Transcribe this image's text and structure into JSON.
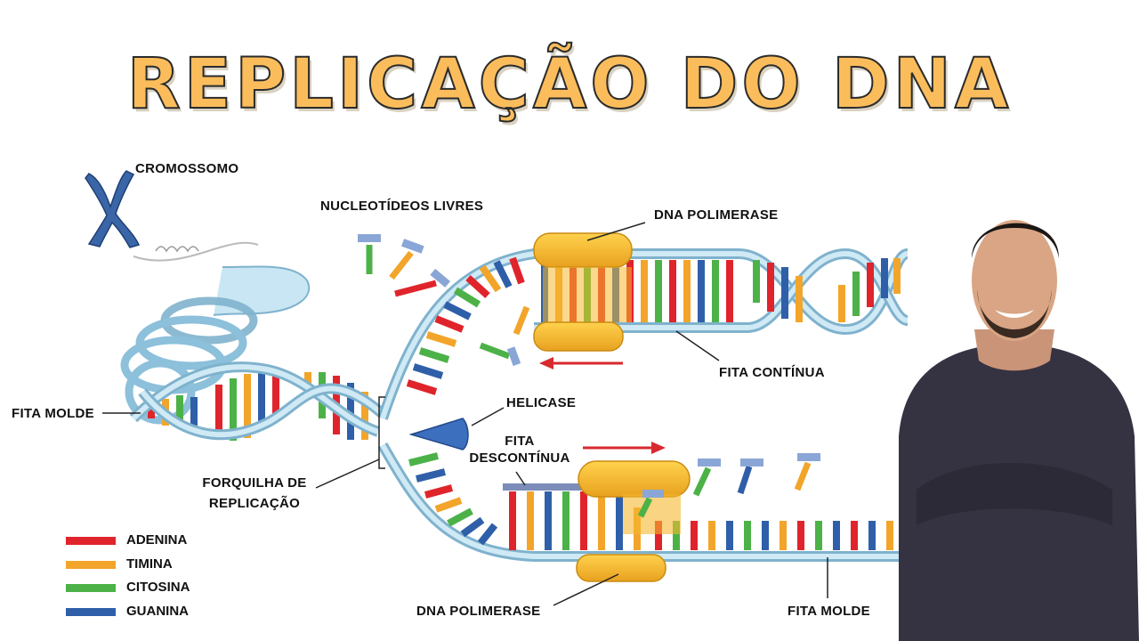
{
  "title": "REPLICAÇÃO DO DNA",
  "labels": {
    "cromossomo": "CROMOSSOMO",
    "nucleotideos": "NUCLEOTÍDEOS LIVRES",
    "dna_polimerase_top": "DNA POLIMERASE",
    "fita_continua": "FITA CONTÍNUA",
    "helicase": "HELICASE",
    "fita_descontinua_1": "FITA",
    "fita_descontinua_2": "DESCONTÍNUA",
    "fita_molde_left": "FITA MOLDE",
    "forquilha_1": "FORQUILHA DE",
    "forquilha_2": "REPLICAÇÃO",
    "dna_polimerase_bottom": "DNA POLIMERASE",
    "fita_molde_right": "FITA MOLDE"
  },
  "legend": [
    {
      "label": "ADENINA",
      "color": "#e0242b"
    },
    {
      "label": "TIMINA",
      "color": "#f2a52a"
    },
    {
      "label": "CITOSINA",
      "color": "#4cb248"
    },
    {
      "label": "GUANINA",
      "color": "#2f5fa8"
    }
  ],
  "colors": {
    "backbone": "#a9d6ec",
    "backbone_stroke": "#5d8aa8",
    "enzyme": "#f5b82e",
    "helicase": "#3d6fbf",
    "arrow": "#d8292f",
    "chromosome": "#3a66a8"
  }
}
